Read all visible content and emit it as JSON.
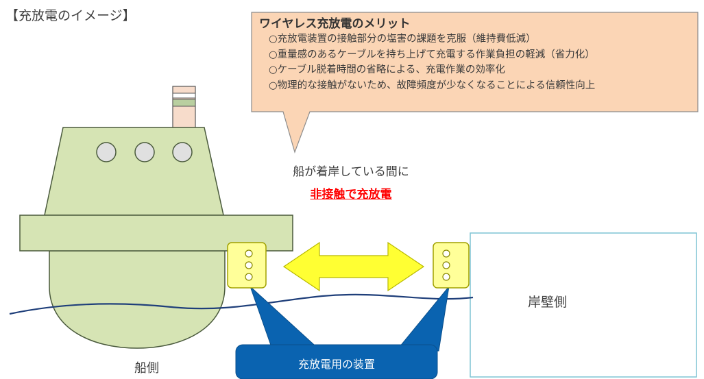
{
  "title": "【充放電のイメージ】",
  "callout": {
    "heading": "ワイヤレス充放電のメリット",
    "items": [
      "○充放電装置の接触部分の塩害の課題を克服（維持費低減）",
      "○重量感のあるケーブルを持ち上げて充電する作業負担の軽減（省力化）",
      "○ケーブル脱着時間の省略による、充電作業の効率化",
      "○物理的な接触がないため、故障頻度が少なくなることによる信頼性向上"
    ]
  },
  "docking": {
    "line1": "船が着岸している間に",
    "line2": "非接触で充放電"
  },
  "labels": {
    "quay": "岸壁側",
    "ship": "船側",
    "device": "充放電用の装置"
  },
  "colors": {
    "ship_body": "#d6e4b4",
    "ship_outline": "#4a5a3c",
    "callout_fill": "#fbd5b5",
    "callout_outline": "#8c8c8c",
    "coil_fill": "#ffff99",
    "coil_outline": "#a0a000",
    "arrow_fill": "#ffff33",
    "device_fill": "#0a63b0",
    "water_line": "#1f3f7a",
    "quay_outline": "#7fc4d4",
    "emphasis_text": "#ff0000"
  }
}
